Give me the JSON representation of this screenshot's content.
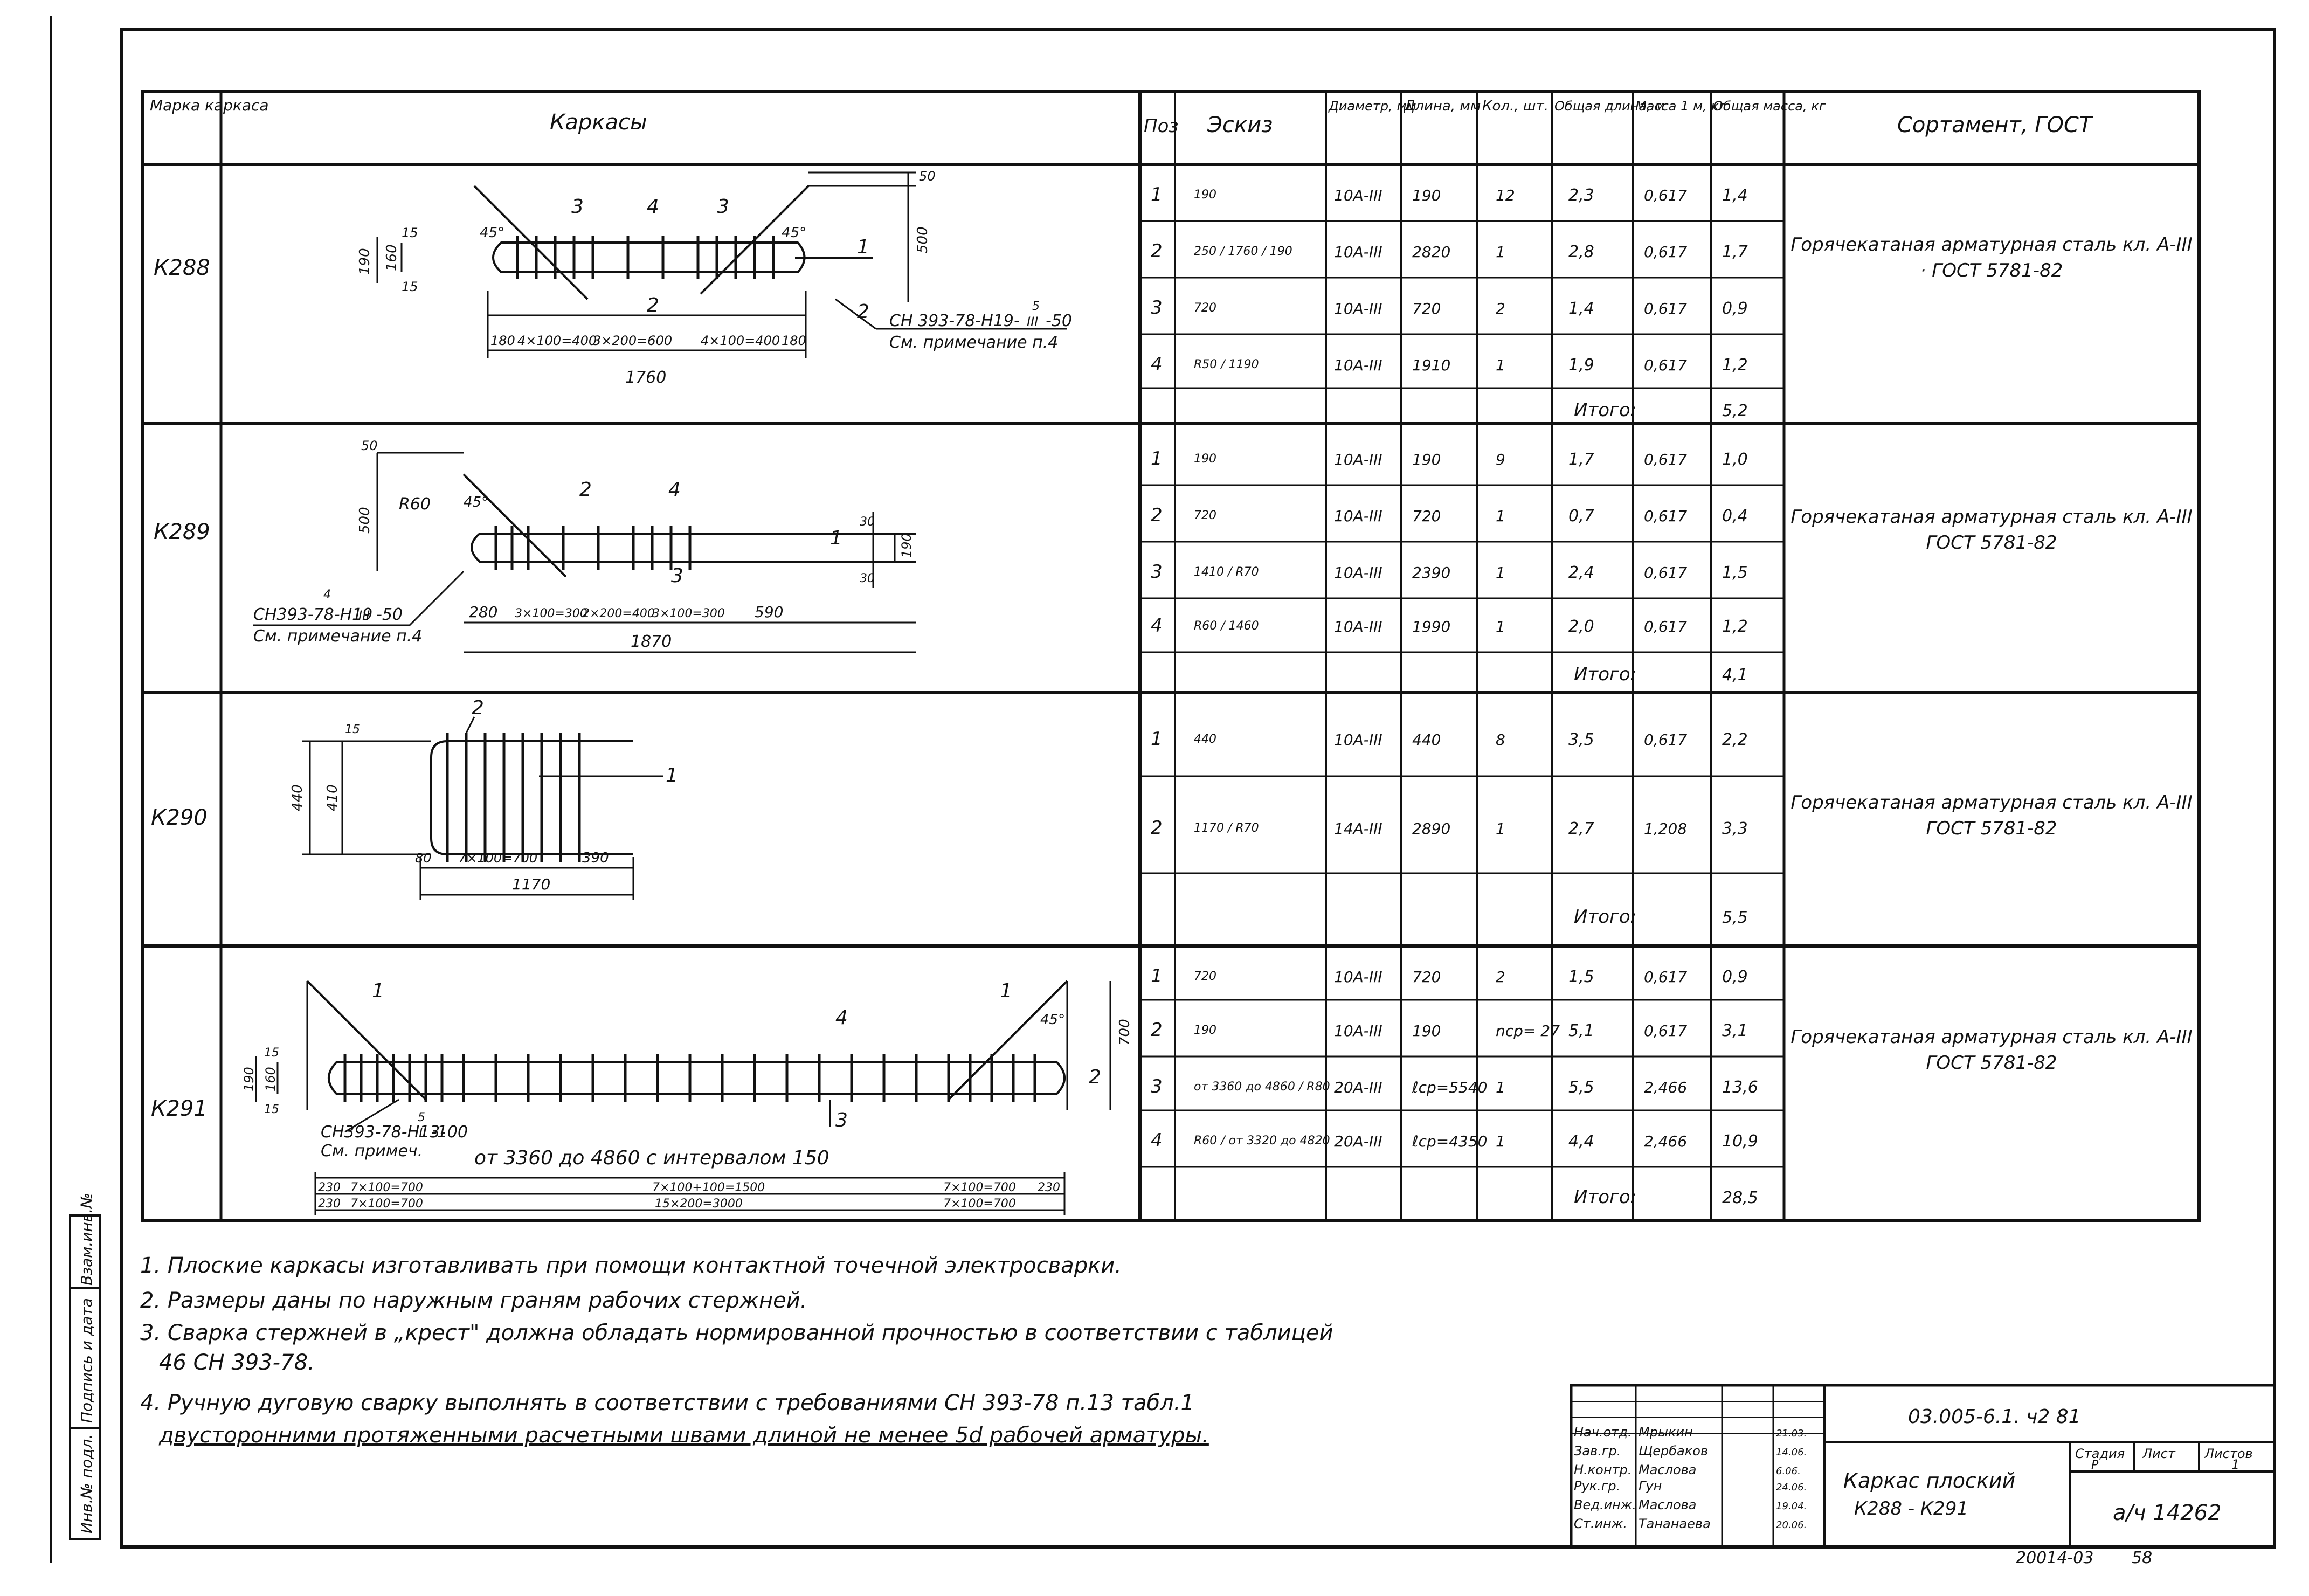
{
  "table": {
    "headers": {
      "mark": "Марка каркаса",
      "frames": "Каркасы",
      "pos": "Поз",
      "sketch": "Эскиз",
      "diameter": "Диаметр, мм",
      "length": "Длина, мм",
      "qty": "Кол., шт.",
      "total_length": "Общая длина, м",
      "mass_per_m": "Масса 1 м, кг",
      "total_mass": "Общая масса, кг",
      "assortment": "Сортамент, ГОСТ"
    },
    "total_label": "Итого:",
    "groups": [
      {
        "mark": "К288",
        "assortment": "Горячекатаная арматурная сталь кл. А-III · ГОСТ 5781-82",
        "total": "5,2",
        "rows": [
          {
            "pos": "1",
            "sketch": "190",
            "dia": "10А-III",
            "len": "190",
            "qty": "12",
            "tlen": "2,3",
            "mpm": "0,617",
            "mass": "1,4"
          },
          {
            "pos": "2",
            "sketch": "250 / 1760 / 190",
            "dia": "10А-III",
            "len": "2820",
            "qty": "1",
            "tlen": "2,8",
            "mpm": "0,617",
            "mass": "1,7"
          },
          {
            "pos": "3",
            "sketch": "720",
            "dia": "10А-III",
            "len": "720",
            "qty": "2",
            "tlen": "1,4",
            "mpm": "0,617",
            "mass": "0,9"
          },
          {
            "pos": "4",
            "sketch": "R50 / 1190",
            "dia": "10А-III",
            "len": "1910",
            "qty": "1",
            "tlen": "1,9",
            "mpm": "0,617",
            "mass": "1,2"
          }
        ]
      },
      {
        "mark": "К289",
        "assortment": "Горячекатаная арматурная сталь кл. А-III ГОСТ 5781-82",
        "total": "4,1",
        "rows": [
          {
            "pos": "1",
            "sketch": "190",
            "dia": "10А-III",
            "len": "190",
            "qty": "9",
            "tlen": "1,7",
            "mpm": "0,617",
            "mass": "1,0"
          },
          {
            "pos": "2",
            "sketch": "720",
            "dia": "10А-III",
            "len": "720",
            "qty": "1",
            "tlen": "0,7",
            "mpm": "0,617",
            "mass": "0,4"
          },
          {
            "pos": "3",
            "sketch": "1410 / R70",
            "dia": "10А-III",
            "len": "2390",
            "qty": "1",
            "tlen": "2,4",
            "mpm": "0,617",
            "mass": "1,5"
          },
          {
            "pos": "4",
            "sketch": "R60 / 1460",
            "dia": "10А-III",
            "len": "1990",
            "qty": "1",
            "tlen": "2,0",
            "mpm": "0,617",
            "mass": "1,2"
          }
        ]
      },
      {
        "mark": "К290",
        "assortment": "Горячекатаная арматурная сталь кл. А-III ГОСТ 5781-82",
        "total": "5,5",
        "rows": [
          {
            "pos": "1",
            "sketch": "440",
            "dia": "10А-III",
            "len": "440",
            "qty": "8",
            "tlen": "3,5",
            "mpm": "0,617",
            "mass": "2,2"
          },
          {
            "pos": "2",
            "sketch": "1170 / R70",
            "dia": "14А-III",
            "len": "2890",
            "qty": "1",
            "tlen": "2,7",
            "mpm": "1,208",
            "mass": "3,3"
          }
        ]
      },
      {
        "mark": "К291",
        "assortment": "Горячекатаная арматурная сталь кл. А-III ГОСТ 5781-82",
        "total": "28,5",
        "rows": [
          {
            "pos": "1",
            "sketch": "720",
            "dia": "10А-III",
            "len": "720",
            "qty": "2",
            "tlen": "1,5",
            "mpm": "0,617",
            "mass": "0,9"
          },
          {
            "pos": "2",
            "sketch": "190",
            "dia": "10А-III",
            "len": "190",
            "qty": "nср= 27",
            "tlen": "5,1",
            "mpm": "0,617",
            "mass": "3,1"
          },
          {
            "pos": "3",
            "sketch": "от 3360 до 4860 / R80",
            "dia": "20А-III",
            "len": "ℓср=5540",
            "qty": "1",
            "tlen": "5,5",
            "mpm": "2,466",
            "mass": "13,6"
          },
          {
            "pos": "4",
            "sketch": "R60 / от 3320 до 4820",
            "dia": "20А-III",
            "len": "ℓср=4350",
            "qty": "1",
            "tlen": "4,4",
            "mpm": "2,466",
            "mass": "10,9"
          }
        ]
      }
    ]
  },
  "drawings": {
    "k288": {
      "callouts": [
        "3",
        "4",
        "3",
        "1",
        "2",
        "2"
      ],
      "angles": [
        "45°",
        "45°"
      ],
      "dims_vertical": [
        "190",
        "160",
        "15",
        "15",
        "500",
        "50"
      ],
      "dims_bottom": [
        "180",
        "4×100=400",
        "3×200=600",
        "4×100=400",
        "180"
      ],
      "overall": "1760",
      "weld_ref": "СН 393-78-Н19-",
      "weld_frac_top": "5",
      "weld_frac_bottom": "III",
      "weld_tail": "-50",
      "note_ref": "См. примечание п.4"
    },
    "k289": {
      "callouts": [
        "2",
        "4",
        "3",
        "1"
      ],
      "angles": [
        "45°"
      ],
      "radius": "R60",
      "dims_vertical": [
        "500",
        "50",
        "190",
        "30",
        "30"
      ],
      "dims_bottom": [
        "280",
        "3×100=300",
        "2×200=400",
        "3×100=300",
        "590"
      ],
      "overall": "1870",
      "weld_ref": "СН393-78-Н19",
      "weld_frac_top": "4",
      "weld_frac_bottom": "III",
      "weld_tail": "-50",
      "note_ref": "См. примечание п.4"
    },
    "k290": {
      "callouts": [
        "2",
        "1"
      ],
      "dims_vertical": [
        "15",
        "440",
        "410"
      ],
      "dims_bottom": [
        "80",
        "7×100=700",
        "390"
      ],
      "overall": "1170"
    },
    "k291": {
      "callouts": [
        "1",
        "1",
        "4",
        "2",
        "3"
      ],
      "angles": [
        "45°"
      ],
      "dims_vertical": [
        "190",
        "160",
        "15",
        "15",
        "700"
      ],
      "weld_ref": "СН393-78-Н13-",
      "weld_frac_top": "5",
      "weld_frac_bottom": "III",
      "weld_tail": "-100",
      "note_ref": "См. примеч.",
      "range_text": "от 3360 до 4860 с интервалом 150",
      "dims_row1": [
        "230",
        "7×100=700",
        "7×100+100=1500",
        "7×100=700",
        "230"
      ],
      "dims_row2": [
        "230",
        "7×100=700",
        "15×200=3000",
        "7×100=700"
      ]
    }
  },
  "notes": [
    "1. Плоские каркасы изготавливать при помощи контактной точечной электросварки.",
    "2. Размеры даны по наружным граням рабочих стержней.",
    "3. Сварка стержней в „крест\" должна обладать нормированной прочностью в соответствии с таблицей",
    "46 СН 393-78.",
    "4. Ручную дуговую сварку выполнять в соответствии с требованиями СН 393-78 п.13 табл.1",
    "двусторонними протяженными расчетными швами длиной не менее 5d рабочей арматуры."
  ],
  "stamp": {
    "code": "03.005-6.1. ч2 81",
    "title_line1": "Каркас плоский",
    "title_line2": "К288 - К291",
    "stage_label": "Стадия",
    "sheet_label": "Лист",
    "sheets_label": "Листов",
    "sheets_value": "1",
    "stage_value": "Р",
    "archive": "а/ч 14262",
    "roles": [
      "Нач.отд.",
      "Зав.гр.",
      "Н.контр.",
      "Рук.гр.",
      "Вед.инж.",
      "Ст.инж."
    ],
    "names": [
      "Мрыкин",
      "Щербаков",
      "Маслова",
      "Гун",
      "Маслова",
      "Тананаева"
    ],
    "dates": [
      "21.03.",
      "14.06.",
      "6.06.",
      "24.06.",
      "19.04.",
      "20.06."
    ]
  },
  "side_stamp": [
    "Инв.№ подл.",
    "Подпись и дата",
    "Взам.инв.№"
  ],
  "footer": {
    "left": "20014-03",
    "right": "58"
  }
}
